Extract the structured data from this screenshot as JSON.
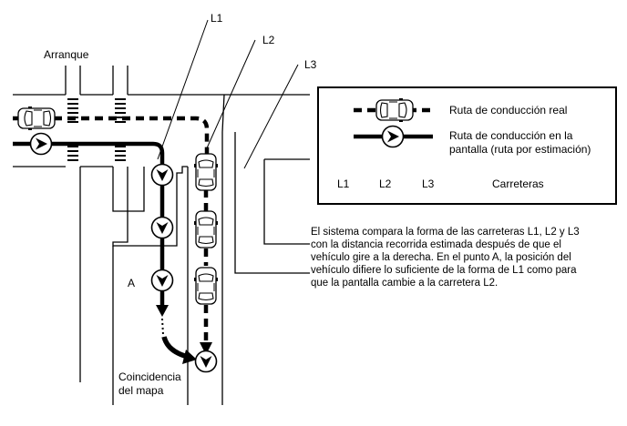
{
  "labels": {
    "l1": "L1",
    "l2": "L2",
    "l3": "L3",
    "start": "Arranque",
    "point_a": "A",
    "map_match_line1": "Coincidencia",
    "map_match_line2": "del mapa"
  },
  "legend": {
    "real_route": "Ruta de conducción real",
    "display_route_line1": "Ruta de conducción en la",
    "display_route_line2": "pantalla (ruta por estimación)",
    "l1": "L1",
    "l2": "L2",
    "l3": "L3",
    "roads": "Carreteras"
  },
  "description": {
    "line1": "El sistema compara la forma de las carreteras L1, L2 y L3",
    "line2": "con la distancia recorrida estimada después de que el",
    "line3": "vehículo gire a la derecha. En el punto A, la posición del",
    "line4": "vehículo difiere lo suficiente de la forma de L1 como para",
    "line5": "que la pantalla cambie a la carretera L2."
  },
  "icons": [
    "car-icon",
    "position-arrow-icon"
  ]
}
